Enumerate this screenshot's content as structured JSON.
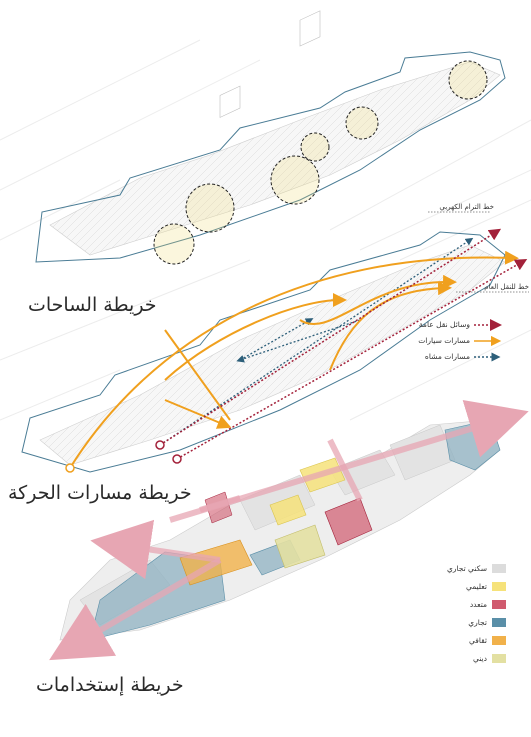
{
  "maps": [
    {
      "title": "خريطة الساحات"
    },
    {
      "title": "خريطة مسارات الحركة"
    },
    {
      "title": "خريطة إستخدامات"
    }
  ],
  "movement": {
    "callout_tram": "خط الترام الكهربي",
    "callout_public": "خط للنقل العام",
    "legend": [
      {
        "label": "وسائل نقل عامة",
        "color": "#a3213a"
      },
      {
        "label": "مسارات سيارات",
        "color": "#f0a01e"
      },
      {
        "label": "مسارات مشاه",
        "color": "#2d5f7a"
      }
    ]
  },
  "landuse": {
    "legend": [
      {
        "label": "سكني تجاري",
        "color": "#dcdcdc"
      },
      {
        "label": "تعليمي",
        "color": "#f6e27a"
      },
      {
        "label": "متعدد",
        "color": "#d05a6e"
      },
      {
        "label": "تجاري",
        "color": "#5a8fa8"
      },
      {
        "label": "ثقافي",
        "color": "#f1b14a"
      },
      {
        "label": "ديني",
        "color": "#e3e0a2"
      }
    ]
  }
}
